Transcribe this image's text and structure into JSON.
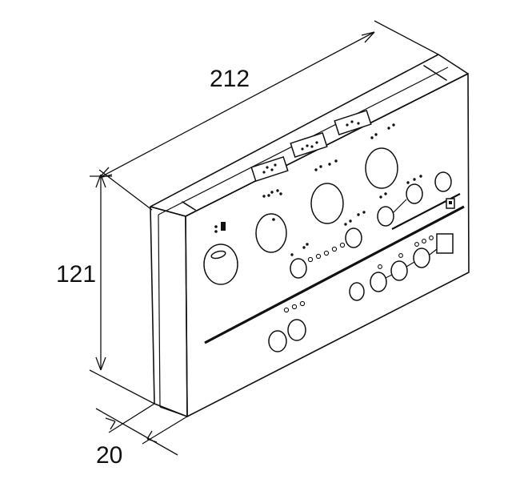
{
  "dimensions": {
    "width": {
      "value": "212"
    },
    "height": {
      "value": "121"
    },
    "depth": {
      "value": "20"
    }
  },
  "colors": {
    "line": "#111111",
    "background": "#ffffff"
  }
}
